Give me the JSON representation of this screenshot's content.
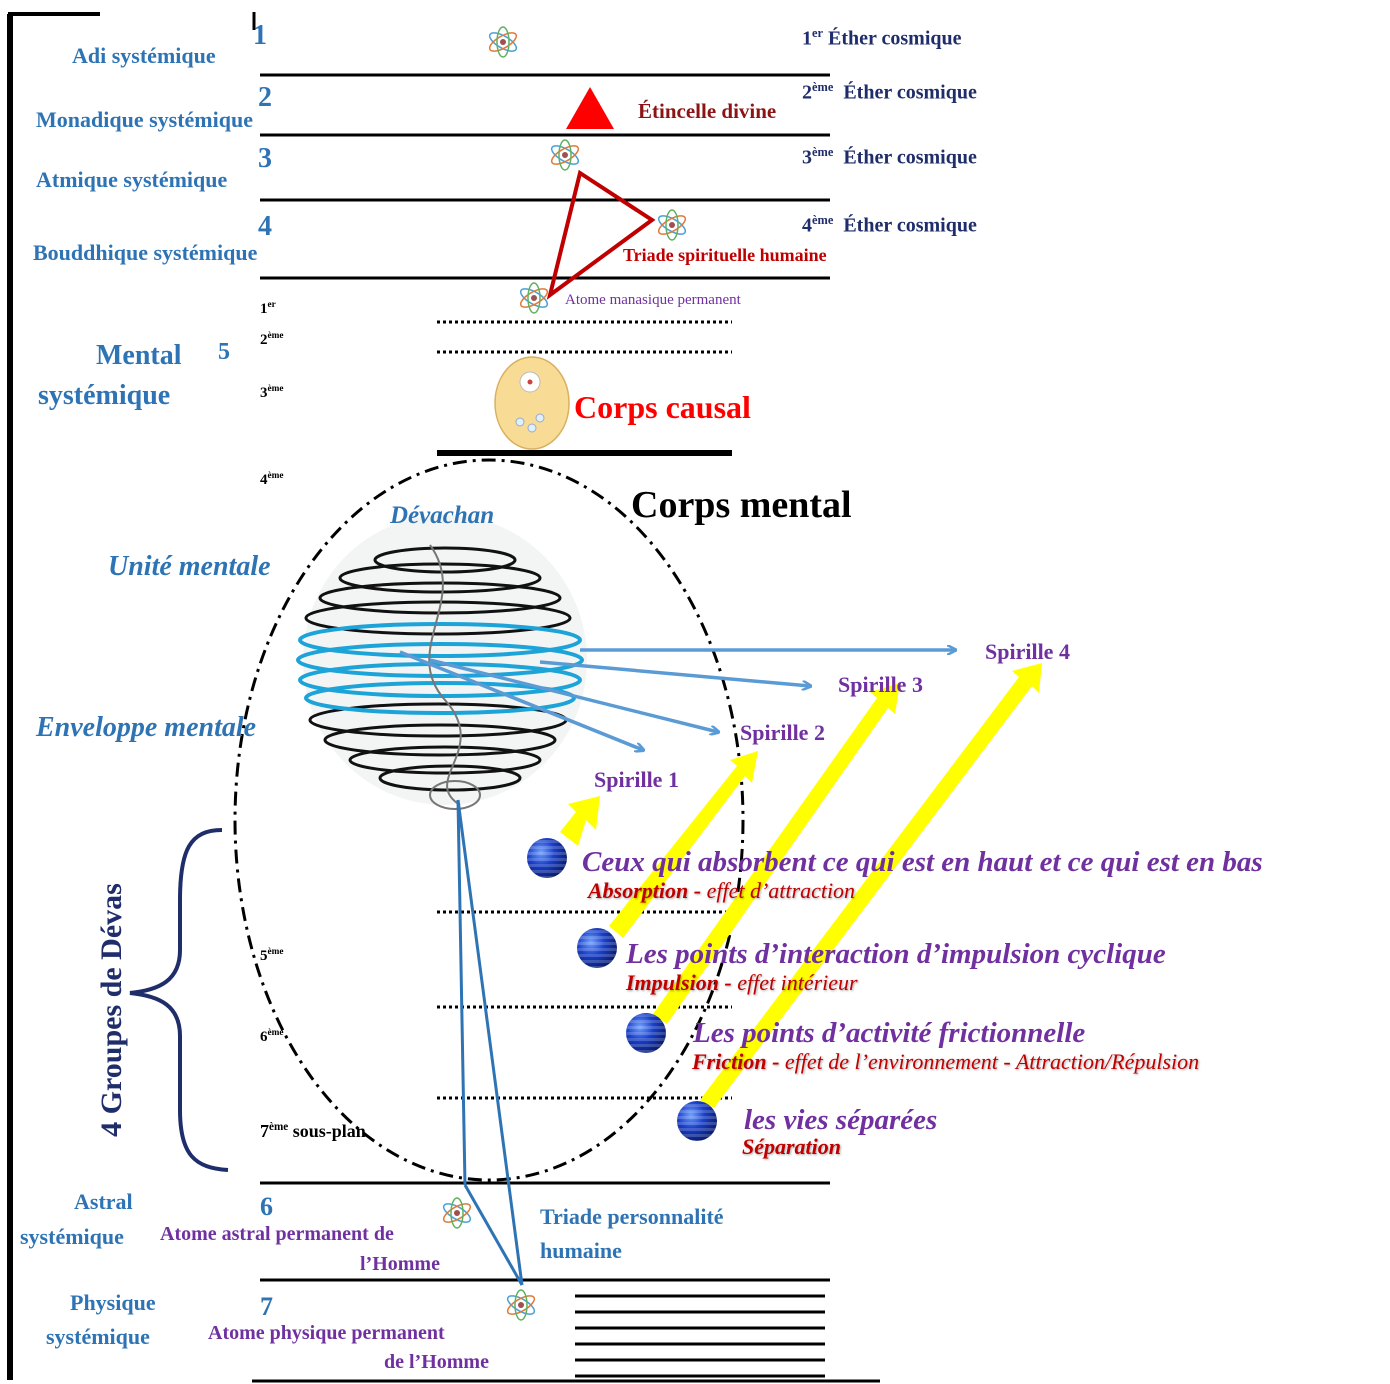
{
  "planes": [
    {
      "number": "1",
      "name": "Adi systémique",
      "ether_sup": "er",
      "ether": "Éther cosmique",
      "ether_num": "1"
    },
    {
      "number": "2",
      "name": "Monadique systémique",
      "ether_sup": "ème",
      "ether": "Éther cosmique",
      "ether_num": "2"
    },
    {
      "number": "3",
      "name": "Atmique systémique",
      "ether_sup": "ème",
      "ether": "Éther cosmique",
      "ether_num": "3"
    },
    {
      "number": "4",
      "name": "Bouddhique systémique",
      "ether_sup": "ème",
      "ether": "Éther cosmique",
      "ether_num": "4"
    }
  ],
  "mental": {
    "number": "5",
    "name_line1": "Mental",
    "name_line2": "systémique",
    "subplanes": [
      {
        "num": "1",
        "sup": "er",
        "suffix": ""
      },
      {
        "num": "2",
        "sup": "ème",
        "suffix": ""
      },
      {
        "num": "3",
        "sup": "ème",
        "suffix": ""
      },
      {
        "num": "4",
        "sup": "ème",
        "suffix": ""
      },
      {
        "num": "5",
        "sup": "ème",
        "suffix": ""
      },
      {
        "num": "6",
        "sup": "ème",
        "suffix": ""
      },
      {
        "num": "7",
        "sup": "ème",
        "suffix": " sous-plan"
      }
    ]
  },
  "astral": {
    "number": "6",
    "name_line1": "Astral",
    "name_line2": "systémique",
    "atom_line1": "Atome astral permanent de",
    "atom_line2": "l’Homme"
  },
  "physical": {
    "number": "7",
    "name_line1": "Physique",
    "name_line2": "systémique",
    "atom_line1": "Atome physique  permanent",
    "atom_line2": "de l’Homme"
  },
  "labels": {
    "divine_spark": "Étincelle divine",
    "spiritual_triad": "Triade spirituelle humaine",
    "manasic_atom": "Atome manasique  permanent",
    "causal_body": "Corps causal",
    "mental_body": "Corps  mental",
    "devachan": "Dévachan",
    "mental_unit": "Unité mentale",
    "mental_envelope": "Enveloppe mentale",
    "personality_triad_line1": "Triade personnalité",
    "personality_triad_line2": "humaine",
    "deva_groups": "4 Groupes de Dévas"
  },
  "spirilles": [
    "Spirille 1",
    "Spirille 2",
    "Spirille 3",
    "Spirille 4"
  ],
  "deva_groups": [
    {
      "title": "Ceux qui absorbent ce qui est en haut et ce qui est en bas",
      "keyword": "Absorption - ",
      "effect": "effet d’attraction"
    },
    {
      "title": "Les points d’interaction d’impulsion cyclique",
      "keyword": "Impulsion - ",
      "effect": "effet intérieur"
    },
    {
      "title": "Les points d’activité frictionnelle",
      "keyword": "Friction - ",
      "effect": "effet de l’environnement - Attraction/Répulsion"
    },
    {
      "title": "les vies séparées",
      "keyword": "Séparation",
      "effect": ""
    }
  ],
  "colors": {
    "plane_name": "#2e74b5",
    "ether": "#1f2d6b",
    "deva_text": "#7030a0",
    "keyword": "#c00000",
    "arrow_yellow": "#ffff00",
    "arrow_blue": "#5b9bd5",
    "triangle_red": "#c00000",
    "spark_red": "#ff0000",
    "causal_fill": "#f8dc96"
  },
  "icons": [
    "atom-icon",
    "triangle-icon",
    "sphere-icon",
    "spiral-sphere-icon"
  ]
}
